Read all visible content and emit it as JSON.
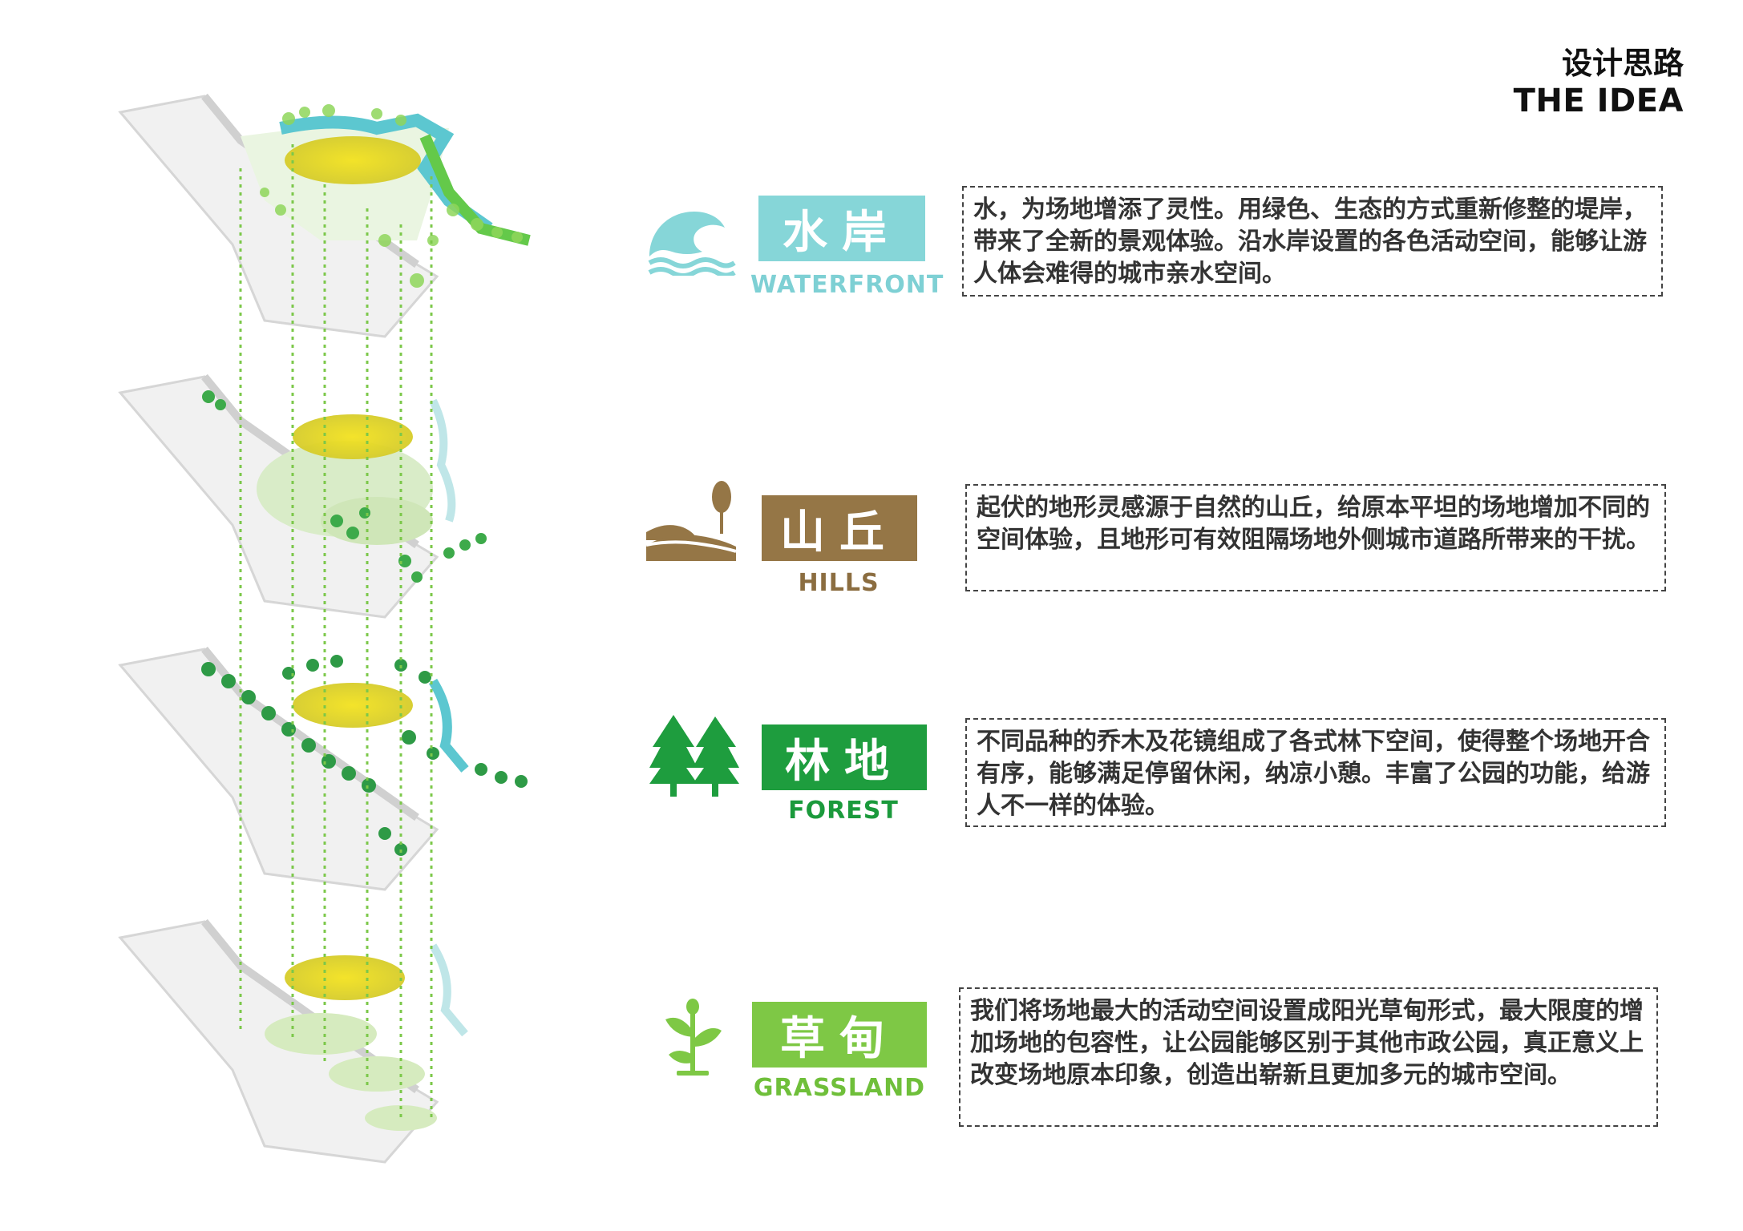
{
  "header": {
    "title_zh": "设计思路",
    "title_en": "THE IDEA"
  },
  "colors": {
    "waterfront": "#86d6d8",
    "hills": "#957646",
    "forest": "#1e9d3e",
    "grassland": "#7ec845",
    "dotted_line": "#7cc84a"
  },
  "sections": [
    {
      "key": "waterfront",
      "icon": "wave-icon",
      "label_zh": "水岸",
      "label_en": "WATERFRONT",
      "description": "水，为场地增添了灵性。用绿色、生态的方式重新修整的堤岸，带来了全新的景观体验。沿水岸设置的各色活动空间，能够让游人体会难得的城市亲水空间。"
    },
    {
      "key": "hills",
      "icon": "hill-tree-icon",
      "label_zh": "山丘",
      "label_en": "HILLS",
      "description": "起伏的地形灵感源于自然的山丘，给原本平坦的场地增加不同的空间体验，且地形可有效阻隔场地外侧城市道路所带来的干扰。"
    },
    {
      "key": "forest",
      "icon": "pine-trees-icon",
      "label_zh": "林地",
      "label_en": "FOREST",
      "description": "不同品种的乔木及花镜组成了各式林下空间，使得整个场地开合有序，能够满足停留休闲，纳凉小憩。丰富了公园的功能，给游人不一样的体验。"
    },
    {
      "key": "grassland",
      "icon": "sprout-icon",
      "label_zh": "草甸",
      "label_en": "GRASSLAND",
      "description": "我们将场地最大的活动空间设置成阳光草甸形式，最大限度的增加场地的包容性，让公园能够区别于其他市政公园，真正意义上改变场地原本印象，创造出崭新且更加多元的城市空间。"
    }
  ]
}
